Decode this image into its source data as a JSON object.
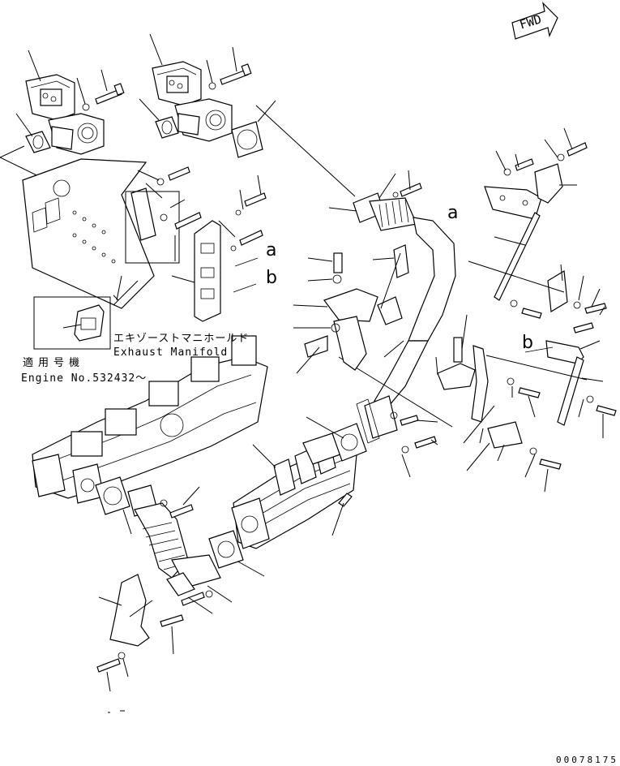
{
  "orientation": {
    "label": "FWD"
  },
  "inset": {
    "title_jp": "エキゾーストマニホールド",
    "title_en": "Exhaust Manifold",
    "applicability_jp": "適用号機",
    "engine_no": "Engine No.532432～"
  },
  "refs": {
    "a_upper": "a",
    "b_upper": "b",
    "a_right": "a",
    "b_right": "b"
  },
  "footer": {
    "drawing_number": "00078175"
  }
}
